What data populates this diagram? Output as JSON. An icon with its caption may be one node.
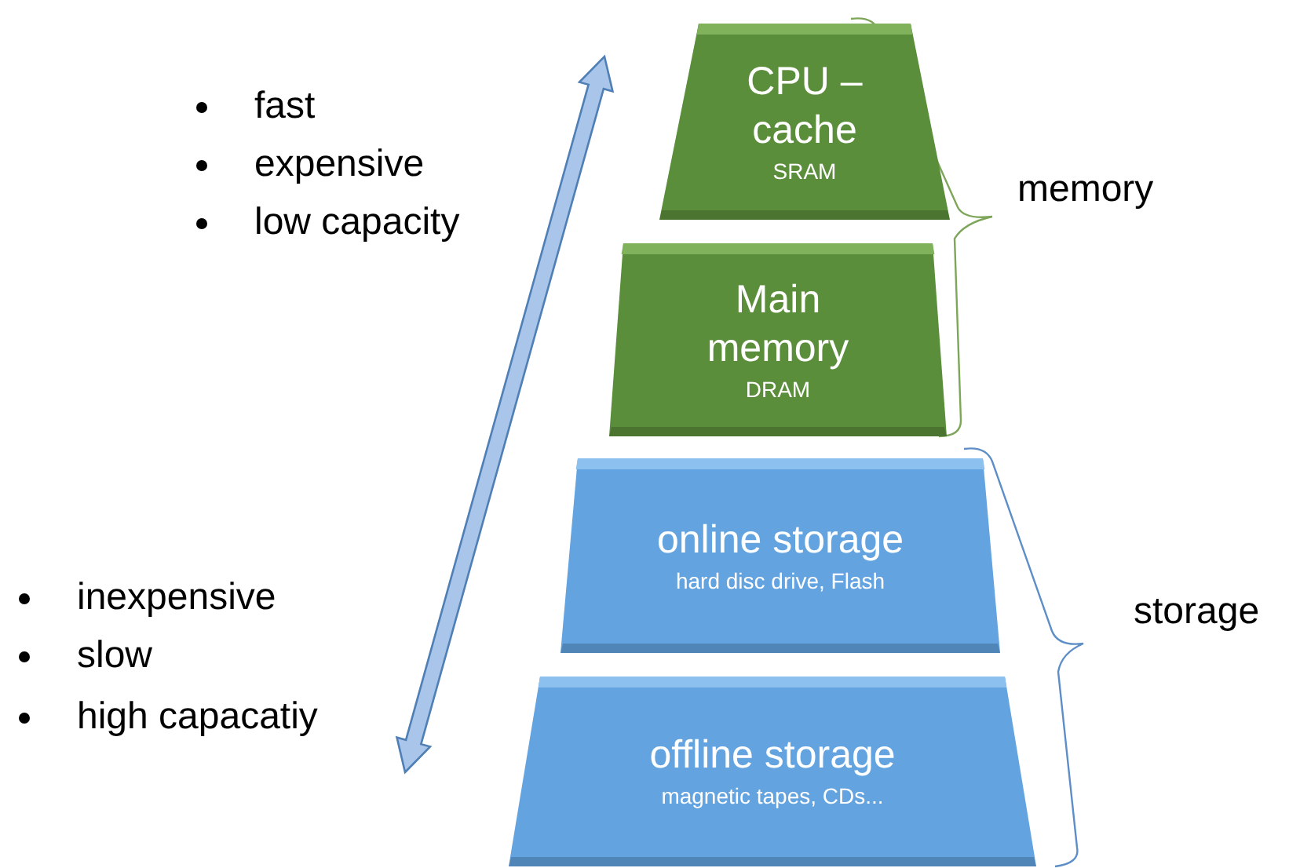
{
  "diagram": {
    "nodes": [
      {
        "text": [
          "CPU – cache",
          "SRAM"
        ]
      },
      {
        "text": [
          "Main memory",
          "DRAM"
        ]
      },
      {
        "text": [
          "online storage",
          "hard disc drive, Flash"
        ]
      },
      {
        "text": [
          "offline storage",
          "magnetic tapes, CDs..."
        ]
      }
    ],
    "labels": [
      "fast",
      "expensive",
      "low capacity",
      "inexpensive",
      "slow",
      "high capacatiy",
      "memory",
      "storage"
    ]
  }
}
